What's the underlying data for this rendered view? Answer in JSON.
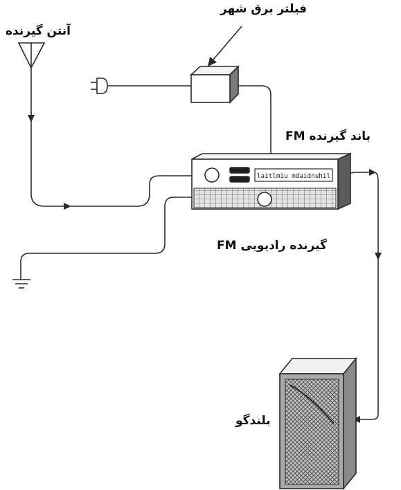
{
  "labels": {
    "antenna": "آنتن گیرنده",
    "power_filter": "فیلتر برق شهر",
    "fm_band": "باند گیرنده FM",
    "fm_receiver": "گیرنده رادیویی FM",
    "speaker": "بلندگو"
  },
  "receiver": {
    "dial_text": "laitlmiu mdaidnuhil"
  },
  "colors": {
    "line": "#2a2a2a",
    "box_fill": "#e6e6e6",
    "speaker_fill": "#b8b8b8",
    "speaker_side": "#8a8a8a"
  }
}
